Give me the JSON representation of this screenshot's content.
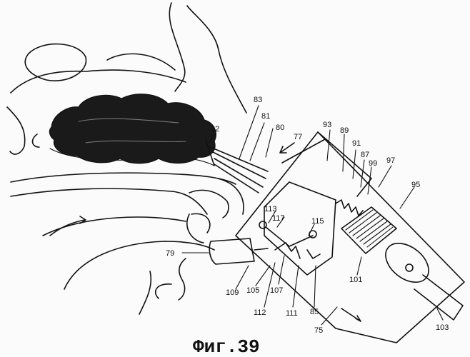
{
  "figure": {
    "caption": "Фиг.39",
    "reference_numerals": [
      "83",
      "81",
      "80",
      "77",
      "82",
      "93",
      "89",
      "91",
      "87",
      "99",
      "97",
      "95",
      "113",
      "117",
      "115",
      "79",
      "109",
      "105",
      "107",
      "112",
      "111",
      "85",
      "75",
      "101",
      "103"
    ]
  },
  "colors": {
    "ink": "#111111",
    "paper": "#fbfbfb",
    "tissue": "#1a1a1a"
  }
}
